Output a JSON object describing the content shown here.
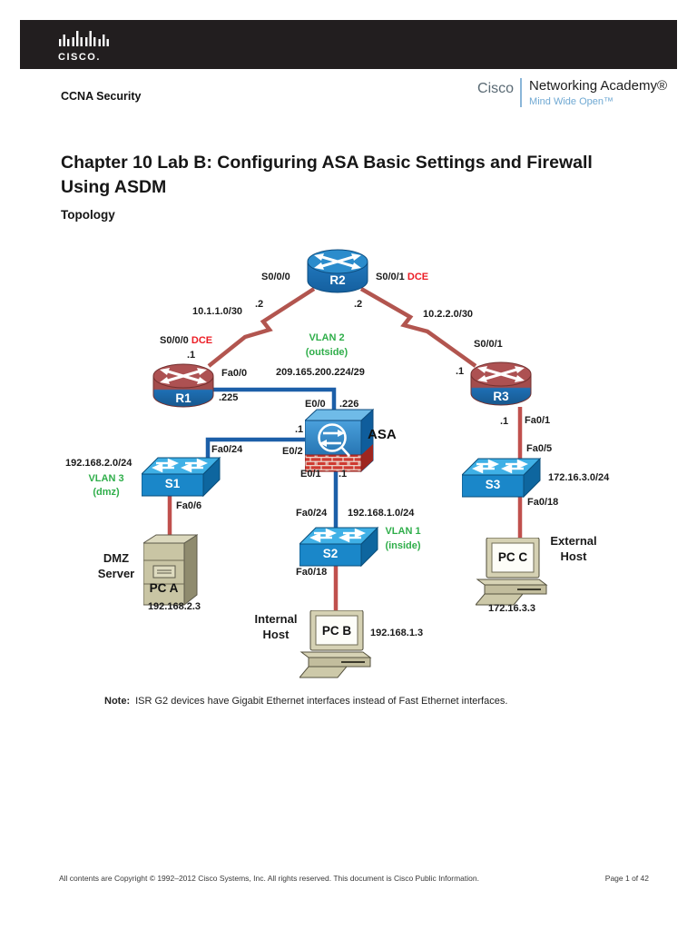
{
  "header": {
    "cisco_logo": "CISCO.",
    "doc_label": "CCNA Security",
    "brand_cisco": "Cisco",
    "brand_academy": "Networking Academy®",
    "brand_tagline": "Mind Wide Open™"
  },
  "doc": {
    "title_line1": "Chapter 10 Lab B: Configuring ASA Basic Settings and Firewall",
    "title_line2": "Using ASDM",
    "section_heading": "Topology",
    "note_label": "Note:",
    "note_text": "ISR G2 devices have Gigabit Ethernet interfaces instead of Fast Ethernet interfaces.",
    "footer_copyright": "All contents are Copyright © 1992–2012 Cisco Systems, Inc. All rights reserved. This document is Cisco Public Information.",
    "footer_page": "Page 1 of 42"
  },
  "colors": {
    "vlan_green": "#2fae4a",
    "dce_red": "#ec1c24",
    "serial_link": "#b2554f",
    "ethernet_link": "#1c5fa8",
    "access_link": "#c0504d"
  },
  "topology": {
    "devices": {
      "r1": "R1",
      "r2": "R2",
      "r3": "R3",
      "s1": "S1",
      "s2": "S2",
      "s3": "S3",
      "asa": "ASA",
      "pc_a": "PC A",
      "pc_b": "PC B",
      "pc_c": "PC C"
    },
    "labels": {
      "r2_left_if": "S0/0/0",
      "r2_right_if": "S0/0/1",
      "r2_right_dce": "DCE",
      "r2_left_addr": ".2",
      "r2_right_addr": ".2",
      "net_r1_r2": "10.1.1.0/30",
      "net_r2_r3": "10.2.2.0/30",
      "r1_serial_if": "S0/0/0",
      "r1_serial_dce": "DCE",
      "r1_serial_addr": ".1",
      "r1_fa_if": "Fa0/0",
      "r1_fa_addr": ".225",
      "vlan2_name": "VLAN 2",
      "vlan2_role": "(outside)",
      "net_outside": "209.165.200.224/29",
      "asa_e00_if": "E0/0",
      "asa_e00_addr": ".226",
      "asa_left_addr": ".1",
      "asa_e02_if": "E0/2",
      "asa_e01_if": "E0/1",
      "asa_e01_addr": ".1",
      "r3_serial_if": "S0/0/1",
      "r3_serial_addr": ".1",
      "r3_fa_addr": ".1",
      "r3_fa_if": "Fa0/1",
      "s3_uplink_if": "Fa0/5",
      "net_external": "172.16.3.0/24",
      "s3_host_if": "Fa0/18",
      "ext_line1": "External",
      "ext_line2": "Host",
      "pc_c_addr": "172.16.3.3",
      "s1_uplink_if": "Fa0/24",
      "net_dmz": "192.168.2.0/24",
      "vlan3_name": "VLAN 3",
      "vlan3_role": "(dmz)",
      "s1_host_if": "Fa0/6",
      "dmz_line1": "DMZ",
      "dmz_line2": "Server",
      "pc_a_addr": "192.168.2.3",
      "s2_uplink_if": "Fa0/24",
      "net_inside": "192.168.1.0/24",
      "vlan1_name": "VLAN 1",
      "vlan1_role": "(inside)",
      "s2_host_if": "Fa0/18",
      "int_line1": "Internal",
      "int_line2": "Host",
      "pc_b_addr": "192.168.1.3"
    }
  }
}
